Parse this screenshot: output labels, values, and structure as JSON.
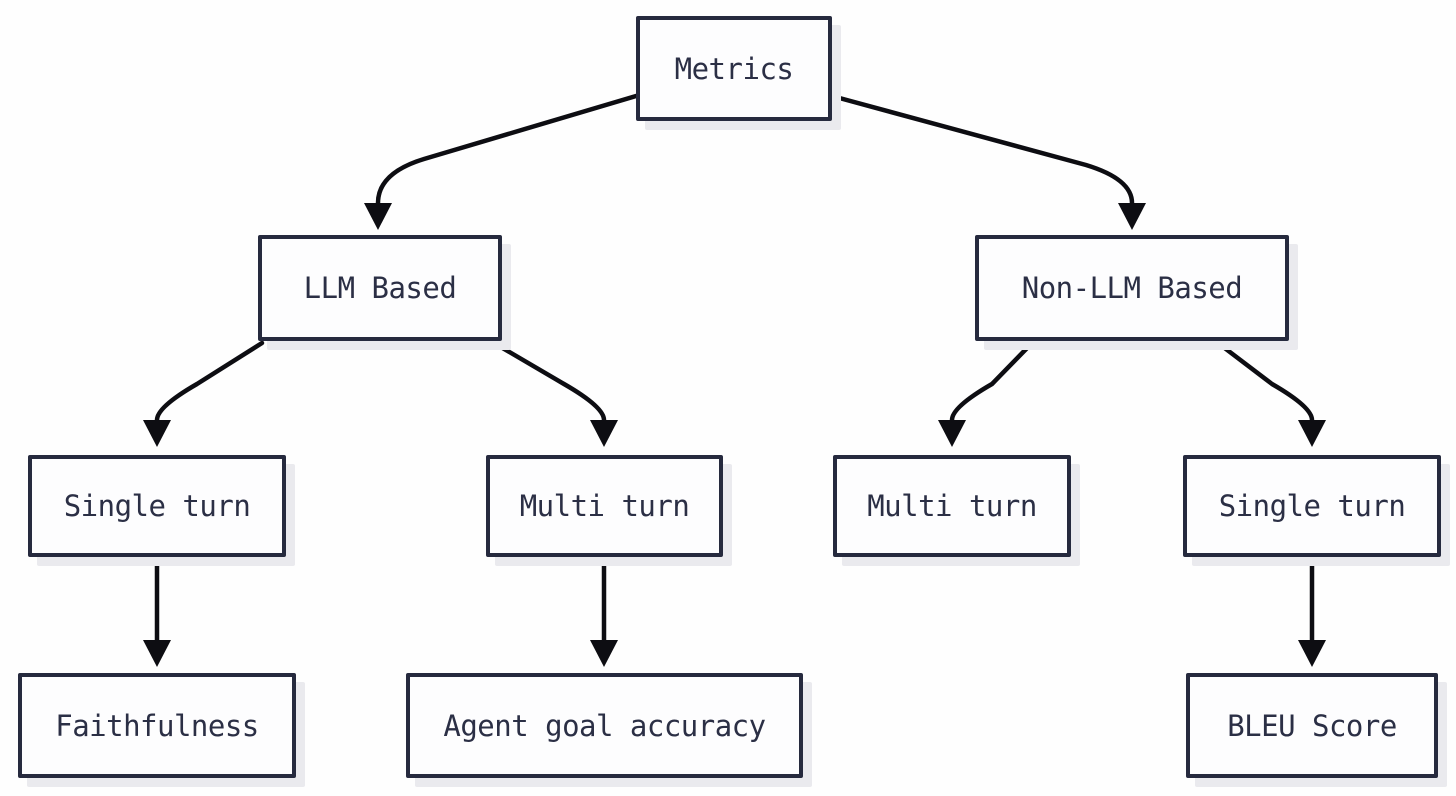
{
  "diagram": {
    "nodes": {
      "root": {
        "label": "Metrics"
      },
      "llm": {
        "label": "LLM Based"
      },
      "non_llm": {
        "label": "Non-LLM Based"
      },
      "llm_single": {
        "label": "Single turn"
      },
      "llm_multi": {
        "label": "Multi turn"
      },
      "non_llm_multi": {
        "label": "Multi turn"
      },
      "non_llm_single": {
        "label": "Single turn"
      },
      "faithfulness": {
        "label": "Faithfulness"
      },
      "agent_goal": {
        "label": "Agent goal accuracy"
      },
      "bleu": {
        "label": "BLEU Score"
      }
    },
    "edges": [
      {
        "from": "Metrics",
        "to": "LLM Based"
      },
      {
        "from": "Metrics",
        "to": "Non-LLM Based"
      },
      {
        "from": "LLM Based",
        "to": "Single turn"
      },
      {
        "from": "LLM Based",
        "to": "Multi turn"
      },
      {
        "from": "Non-LLM Based",
        "to": "Multi turn"
      },
      {
        "from": "Non-LLM Based",
        "to": "Single turn"
      },
      {
        "from": "Single turn (LLM Based)",
        "to": "Faithfulness"
      },
      {
        "from": "Multi turn (LLM Based)",
        "to": "Agent goal accuracy"
      },
      {
        "from": "Single turn (Non-LLM Based)",
        "to": "BLEU Score"
      }
    ],
    "colors": {
      "background": "#fefefe",
      "box_fill": "#fdfdfe",
      "box_border": "#262a3e",
      "text": "#2b2f45",
      "arrow": "#0d0d12",
      "shadow": "#eaeaee"
    }
  }
}
